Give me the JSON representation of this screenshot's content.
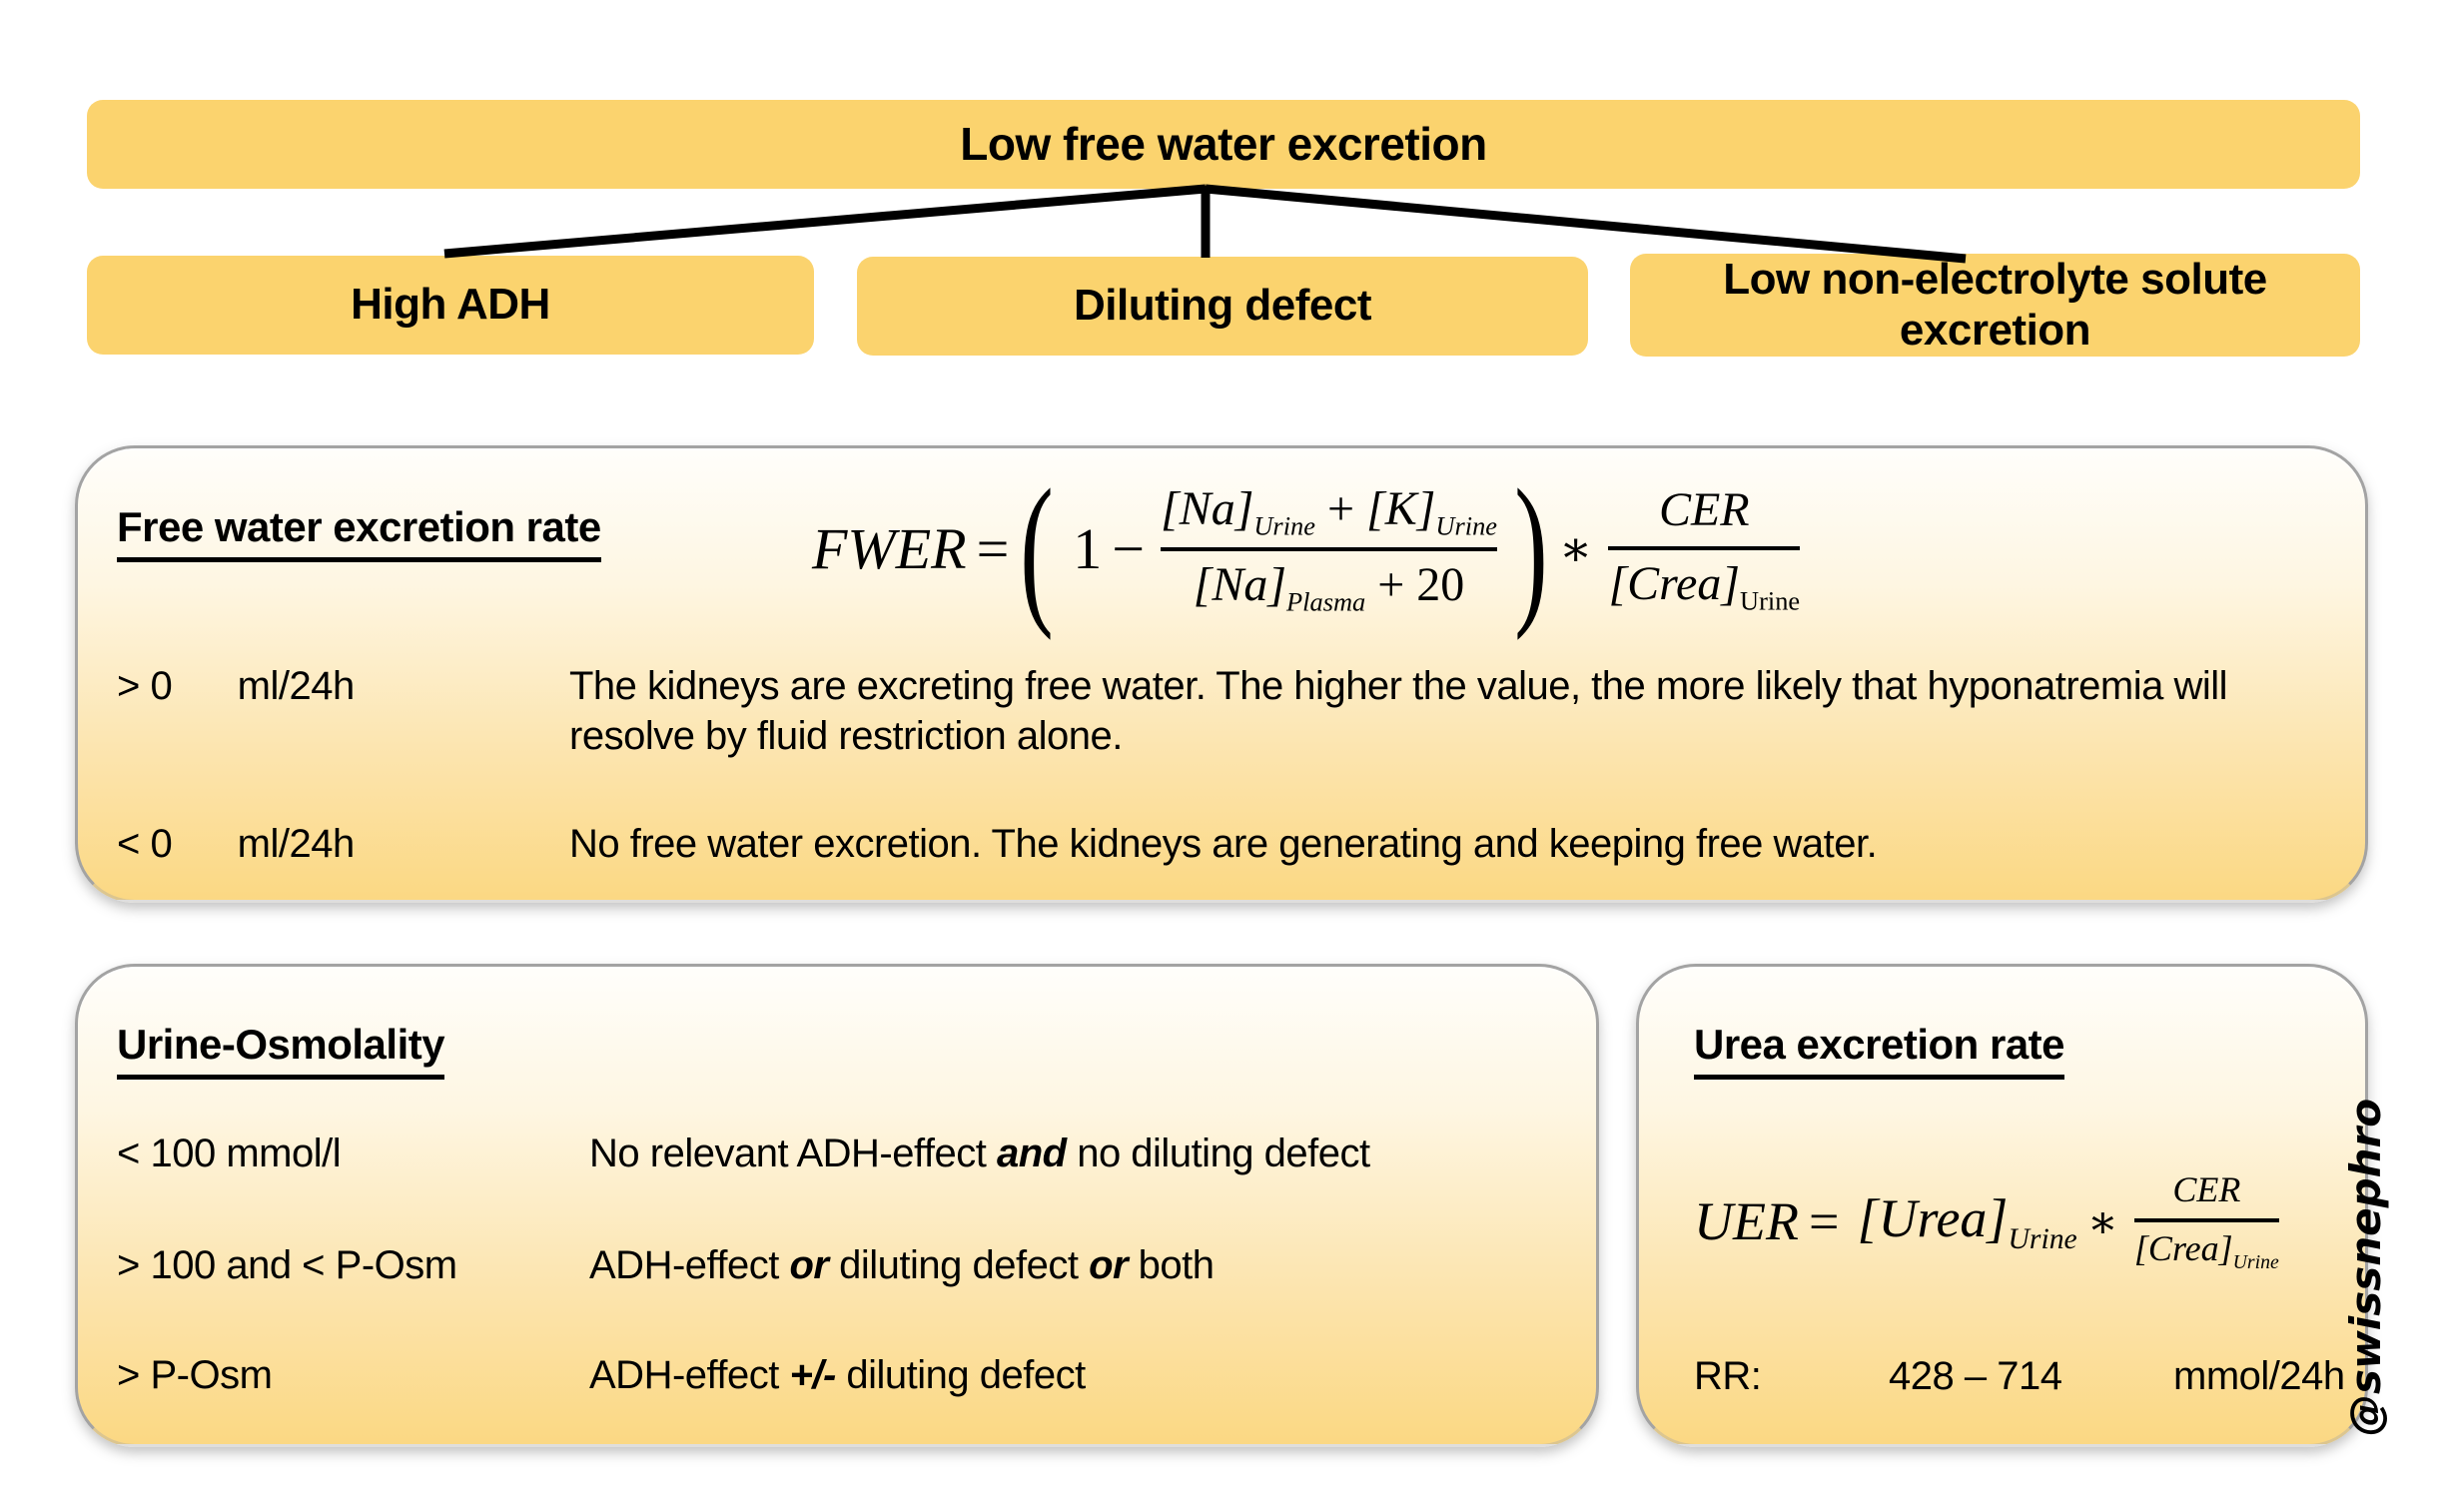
{
  "colors": {
    "box_yellow": "#FBD36E",
    "panel_gradient_top": "#FFFEFB",
    "panel_gradient_bottom": "#FBD883",
    "panel_border_gray": "#A3A3A3",
    "line_black": "#000000"
  },
  "tree": {
    "root_label": "Low free water excretion",
    "children": [
      {
        "label": "High ADH"
      },
      {
        "label": "Diluting defect"
      },
      {
        "label": "Low non-electrolyte solute excretion"
      }
    ]
  },
  "fwer": {
    "title": "Free water excretion rate",
    "formula": {
      "lhs": "FWER",
      "eq": "=",
      "lparen": "(",
      "one": "1",
      "minus": "−",
      "na_base": "[Na]",
      "na_sub": "Urine",
      "plus": "+",
      "k_base": "[K]",
      "k_sub": "Urine",
      "nap_base": "[Na]",
      "nap_sub": "Plasma",
      "plus20": "+ 20",
      "rparen": ")",
      "star": "∗",
      "cer": "CER",
      "crea_base": "[Crea]",
      "crea_sub": "Urine"
    },
    "rows": [
      {
        "value": "> 0",
        "unit": "ml/24h",
        "desc": "The kidneys are excreting free water. The higher the value, the more likely that hyponatremia will resolve by fluid restriction alone."
      },
      {
        "value": "< 0",
        "unit": "ml/24h",
        "desc": "No free water excretion. The kidneys are generating and keeping free water."
      }
    ]
  },
  "osm": {
    "title": "Urine-Osmolality",
    "rows": [
      {
        "range": "< 100 mmol/l",
        "segments": [
          {
            "t": "No relevant ADH-effect "
          },
          {
            "t": "and",
            "b": true
          },
          {
            "t": " no diluting defect"
          }
        ]
      },
      {
        "range": "> 100 and < P-Osm",
        "segments": [
          {
            "t": "ADH-effect "
          },
          {
            "t": "or",
            "b": true
          },
          {
            "t": " diluting defect "
          },
          {
            "t": "or",
            "b": true
          },
          {
            "t": " both"
          }
        ]
      },
      {
        "range": "> P-Osm",
        "segments": [
          {
            "t": "ADH-effect "
          },
          {
            "t": "+/-",
            "b": true
          },
          {
            "t": " diluting defect"
          }
        ]
      }
    ]
  },
  "uer": {
    "title": "Urea excretion rate",
    "formula": {
      "lhs": "UER",
      "eq": "=",
      "urea_base": "[Urea]",
      "urea_sub": "Urine",
      "star": "∗",
      "cer": "CER",
      "crea_base": "[Crea]",
      "crea_sub": "Urine"
    },
    "rr_label": "RR:",
    "rr_range": "428 – 714",
    "rr_unit": "mmol/24h"
  },
  "watermark": "@swissnephro"
}
